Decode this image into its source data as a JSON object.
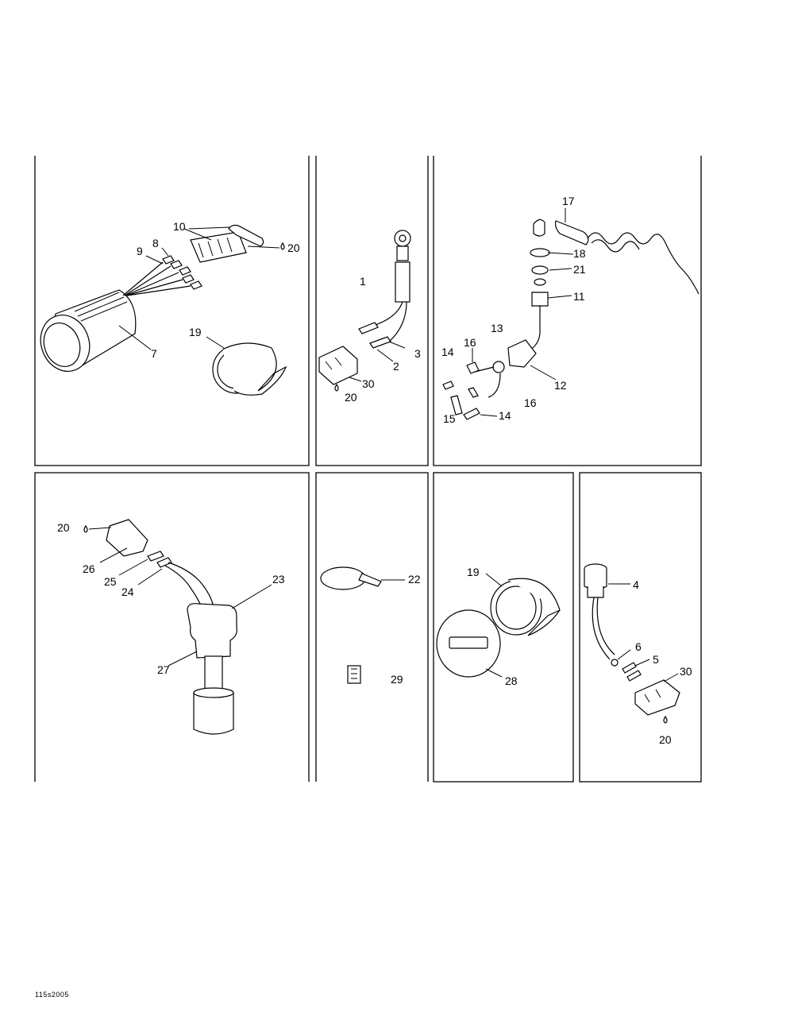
{
  "diagram": {
    "footer_code": "115s2005",
    "panels": [
      {
        "id": "gauge",
        "labels": [
          "10",
          "8",
          "9",
          "20",
          "7",
          "19"
        ]
      },
      {
        "id": "cable-end",
        "labels": [
          "1",
          "3",
          "2",
          "30",
          "20"
        ]
      },
      {
        "id": "speed-sensor",
        "labels": [
          "17",
          "18",
          "21",
          "11",
          "13",
          "16",
          "14",
          "12",
          "15",
          "14",
          "16"
        ]
      },
      {
        "id": "fuel-sender",
        "labels": [
          "20",
          "26",
          "25",
          "24",
          "23",
          "27"
        ]
      },
      {
        "id": "ties",
        "labels": [
          "22",
          "29"
        ]
      },
      {
        "id": "bezel",
        "labels": [
          "19",
          "28"
        ]
      },
      {
        "id": "temp-sensor",
        "labels": [
          "4",
          "6",
          "5",
          "30",
          "20"
        ]
      }
    ]
  }
}
